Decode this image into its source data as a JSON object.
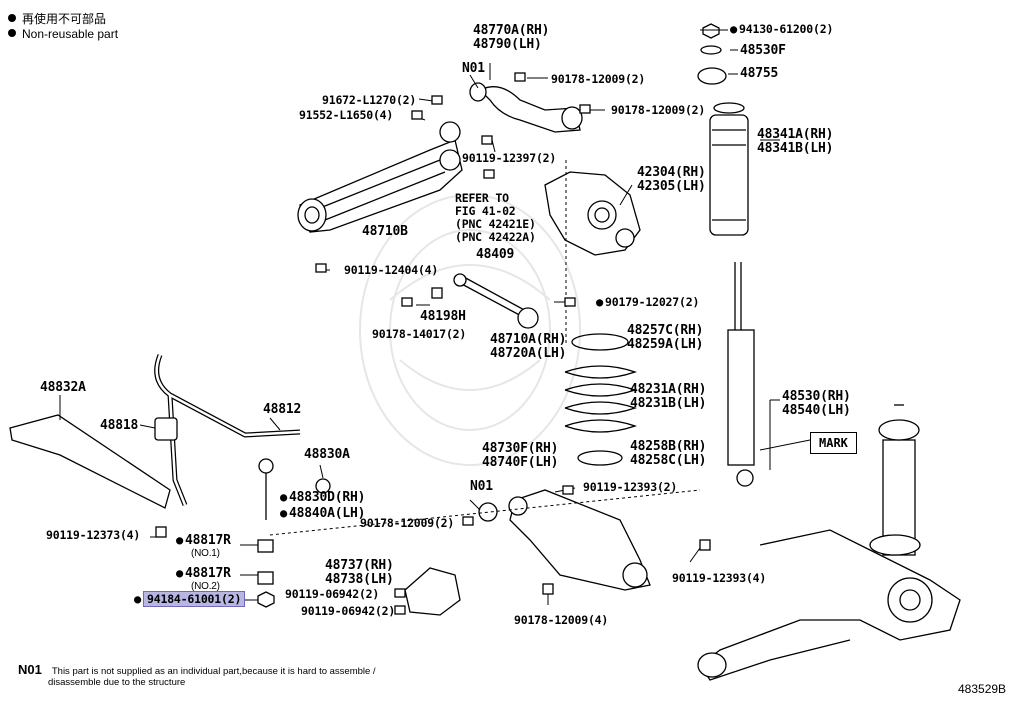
{
  "legend": {
    "jp": "再使用不可部品",
    "en": "Non-reusable part"
  },
  "labels": {
    "l48770": "48770A(RH)",
    "l48790": "48790(LH)",
    "n01_top": "N01",
    "l90178_a": "90178-12009(2)",
    "l90178_b": "90178-12009(2)",
    "l91672": "91672-L1270(2)",
    "l91552": "91552-L1650(4)",
    "l90119_12397": "90119-12397(2)",
    "l42304": "42304(RH)",
    "l42305": "42305(LH)",
    "refer1": "REFER TO",
    "refer2": "FIG 41-02",
    "refer3": "(PNC 42421E)",
    "refer4": "(PNC 42422A)",
    "l48710B": "48710B",
    "l48409": "48409",
    "l90119_12404": "90119-12404(4)",
    "l48198H": "48198H",
    "l90179": "90179-12027(2)",
    "l90178_14017": "90178-14017(2)",
    "l48710A": "48710A(RH)",
    "l48720A": "48720A(LH)",
    "l94130": "94130-61200(2)",
    "l48530F": "48530F",
    "l48755": "48755",
    "l48341A": "48341A(RH)",
    "l48341B": "48341B(LH)",
    "l48257C": "48257C(RH)",
    "l48259A": "48259A(LH)",
    "l48231A": "48231A(RH)",
    "l48231B": "48231B(LH)",
    "l48530": "48530(RH)",
    "l48540": "48540(LH)",
    "mark": "MARK",
    "l48258B": "48258B(RH)",
    "l48258C": "48258C(LH)",
    "l48730F": "48730F(RH)",
    "l48740F": "48740F(LH)",
    "n01_mid": "N01",
    "l90119_12393a": "90119-12393(2)",
    "l90178_12009_2": "90178-12009(2)",
    "l48832A": "48832A",
    "l48818": "48818",
    "l48812": "48812",
    "l48830A": "48830A",
    "l48830D": "48830D(RH)",
    "l48840A": "48840A(LH)",
    "l90119_12373": "90119-12373(4)",
    "l48817R_1": "48817R",
    "no1": "(NO.1)",
    "l48817R_2": "48817R",
    "no2": "(NO.2)",
    "l94184": "94184-61001(2)",
    "l48737": "48737(RH)",
    "l48738": "48738(LH)",
    "l90119_06942a": "90119-06942(2)",
    "l90119_06942b": "90119-06942(2)",
    "l90178_12009_4": "90178-12009(4)",
    "l90119_12393b": "90119-12393(4)"
  },
  "footnote": {
    "code": "N01",
    "text1": "This part is not supplied as an individual part,because it is hard to assemble /",
    "text2": "disassemble due to the structure"
  },
  "figure_id": "483529B"
}
